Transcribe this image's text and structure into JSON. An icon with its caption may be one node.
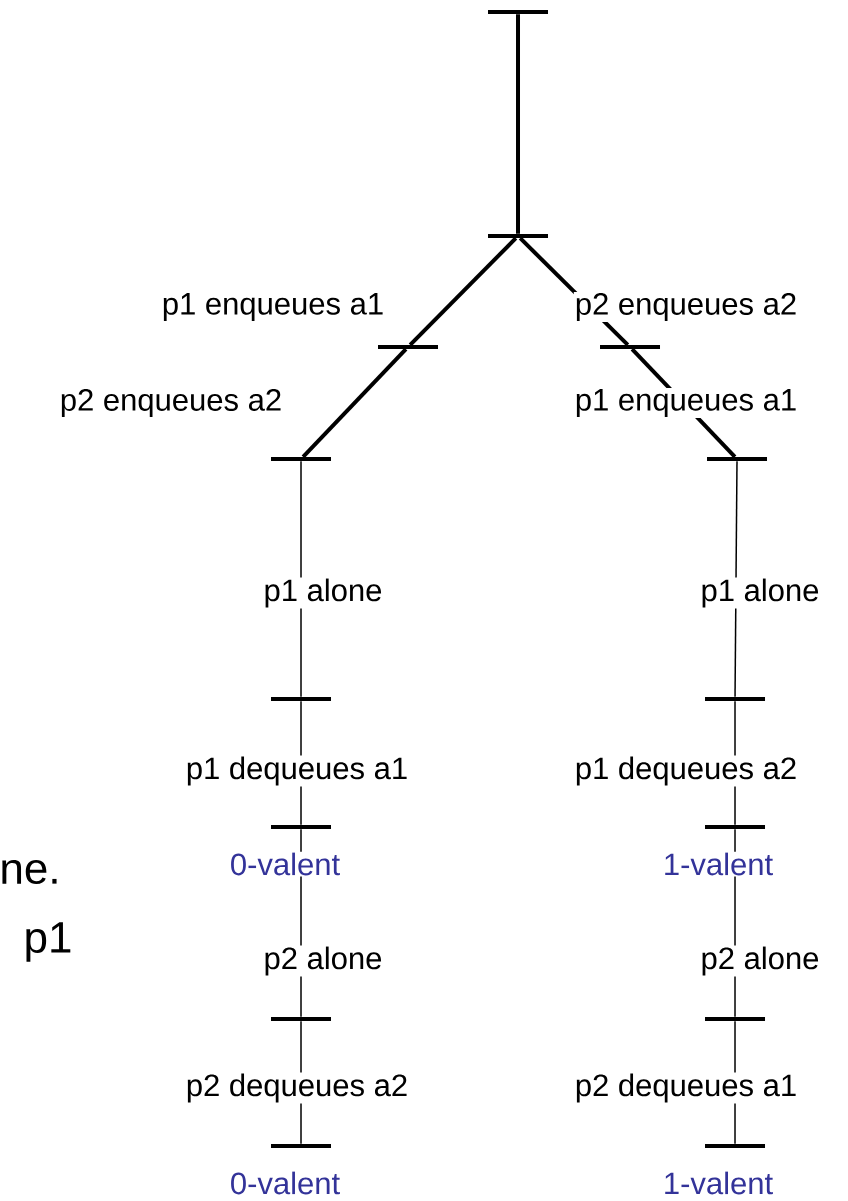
{
  "diagram": {
    "nodes": [
      {
        "text": [],
        "shape": "bar"
      },
      {
        "text": [],
        "shape": "bar"
      },
      {
        "text": [],
        "shape": "bar"
      },
      {
        "text": [],
        "shape": "bar"
      },
      {
        "text": [],
        "shape": "bar"
      },
      {
        "text": [],
        "shape": "bar"
      },
      {
        "text": [],
        "shape": "bar"
      },
      {
        "text": [],
        "shape": "bar",
        "beside": [
          "0-valent"
        ]
      },
      {
        "text": [],
        "shape": "bar"
      },
      {
        "text": [],
        "shape": "bar",
        "beside": [
          "0-valent"
        ]
      },
      {
        "text": [],
        "shape": "bar"
      },
      {
        "text": [],
        "shape": "bar",
        "beside": [
          "1-valent"
        ]
      },
      {
        "text": [],
        "shape": "bar"
      },
      {
        "text": [],
        "shape": "bar",
        "beside": [
          "1-valent"
        ]
      }
    ],
    "edges": [
      {
        "from": 0,
        "to": 1,
        "arrow": "none",
        "style": "thick"
      },
      {
        "from": 1,
        "to": 2,
        "arrow": "none",
        "style": "thick",
        "label": "p1 enqueues a1"
      },
      {
        "from": 2,
        "to": 3,
        "arrow": "none",
        "style": "thick",
        "label": "p2 enqueues a2"
      },
      {
        "from": 1,
        "to": 4,
        "arrow": "none",
        "style": "thick",
        "label": "p2 enqueues a2"
      },
      {
        "from": 4,
        "to": 5,
        "arrow": "none",
        "style": "thick",
        "label": "p1 enqueues a1"
      },
      {
        "from": 3,
        "to": 6,
        "arrow": "none",
        "label": "p1 alone"
      },
      {
        "from": 6,
        "to": 7,
        "arrow": "none",
        "label": "p1 dequeues a1"
      },
      {
        "from": 7,
        "to": 8,
        "arrow": "none",
        "label": "p2 alone"
      },
      {
        "from": 8,
        "to": 9,
        "arrow": "none",
        "label": "p2 dequeues a2"
      },
      {
        "from": 5,
        "to": 10,
        "arrow": "none",
        "label": "p1 alone"
      },
      {
        "from": 10,
        "to": 11,
        "arrow": "none",
        "label": "p1 dequeues a2"
      },
      {
        "from": 11,
        "to": 12,
        "arrow": "none",
        "label": "p2 alone"
      },
      {
        "from": 12,
        "to": 13,
        "arrow": "none",
        "label": "p2 dequeues a1"
      }
    ],
    "labels": [
      "ne.",
      "p1"
    ]
  }
}
